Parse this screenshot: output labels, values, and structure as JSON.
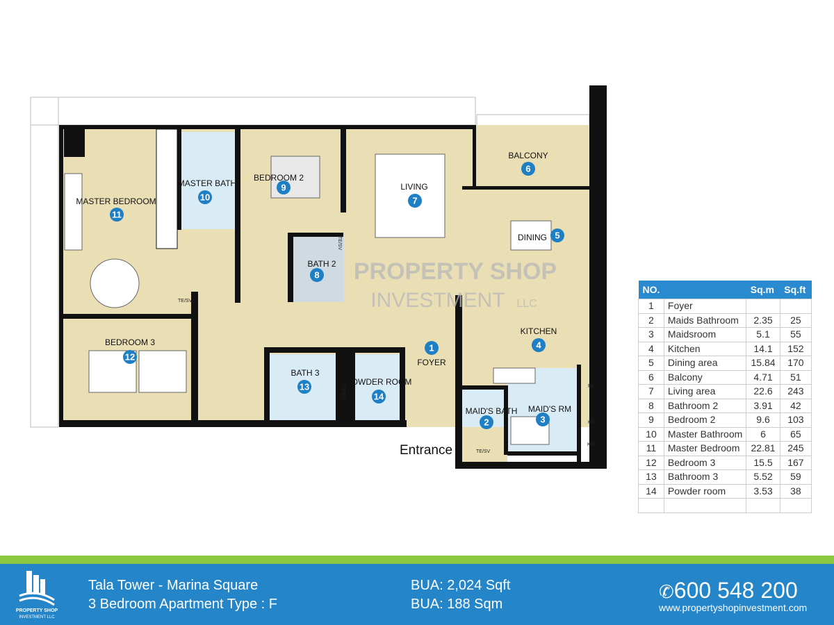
{
  "plan": {
    "rooms": [
      {
        "no": "11",
        "label": "MASTER BEDROOM"
      },
      {
        "no": "10",
        "label": "MASTER BATH"
      },
      {
        "no": "9",
        "label": "BEDROOM 2"
      },
      {
        "no": "7",
        "label": "LIVING"
      },
      {
        "no": "6",
        "label": "BALCONY"
      },
      {
        "no": "5",
        "label": "DINING"
      },
      {
        "no": "8",
        "label": "BATH 2"
      },
      {
        "no": "4",
        "label": "KITCHEN"
      },
      {
        "no": "1",
        "label": "FOYER"
      },
      {
        "no": "12",
        "label": "BEDROOM 3"
      },
      {
        "no": "13",
        "label": "BATH 3"
      },
      {
        "no": "14",
        "label": "POWDER ROOM"
      },
      {
        "no": "2",
        "label": "MAID'S BATH"
      },
      {
        "no": "3",
        "label": "MAID'S RM"
      }
    ],
    "small_labels": [
      "TE/SV",
      "TE/SV",
      "TE/SV",
      "TE/SV",
      "FA",
      "KE",
      "KW"
    ],
    "entrance": "Entrance",
    "watermark": {
      "line1": "PROPERTY SHOP",
      "line2": "INVESTMENT",
      "suffix": "LLC"
    }
  },
  "table": {
    "headers": [
      "NO.",
      "",
      "Sq.m",
      "Sq.ft"
    ],
    "rows": [
      [
        "1",
        "Foyer",
        "",
        ""
      ],
      [
        "2",
        "Maids Bathroom",
        "2.35",
        "25"
      ],
      [
        "3",
        "Maidsroom",
        "5.1",
        "55"
      ],
      [
        "4",
        "Kitchen",
        "14.1",
        "152"
      ],
      [
        "5",
        "Dining area",
        "15.84",
        "170"
      ],
      [
        "6",
        "Balcony",
        "4.71",
        "51"
      ],
      [
        "7",
        "Living area",
        "22.6",
        "243"
      ],
      [
        "8",
        "Bathroom 2",
        "3.91",
        "42"
      ],
      [
        "9",
        "Bedroom 2",
        "9.6",
        "103"
      ],
      [
        "10",
        "Master Bathroom",
        "6",
        "65"
      ],
      [
        "11",
        "Master Bedroom",
        "22.81",
        "245"
      ],
      [
        "12",
        "Bedroom 3",
        "15.5",
        "167"
      ],
      [
        "13",
        "Bathroom 3",
        "5.52",
        "59"
      ],
      [
        "14",
        "Powder room",
        "3.53",
        "38"
      ],
      [
        "",
        "",
        "",
        ""
      ]
    ]
  },
  "footer": {
    "logo": {
      "line1": "PROPERTY SHOP",
      "line2": "INVESTMENT LLC"
    },
    "project": "Tala Tower - Marina Square",
    "type": "3 Bedroom Apartment Type : F",
    "bua_sqft": "BUA: 2,024 Sqft",
    "bua_sqm": "BUA: 188 Sqm",
    "phone_icon": "phone-icon",
    "phone": "600 548 200",
    "website": "www.propertyshopinvestment.com"
  },
  "colors": {
    "room": "#eadfb4",
    "bath": "#d9ecf5",
    "wall": "#111111",
    "accent": "#1f7fc4",
    "green": "#8dc63f",
    "footer": "#2485c9"
  }
}
